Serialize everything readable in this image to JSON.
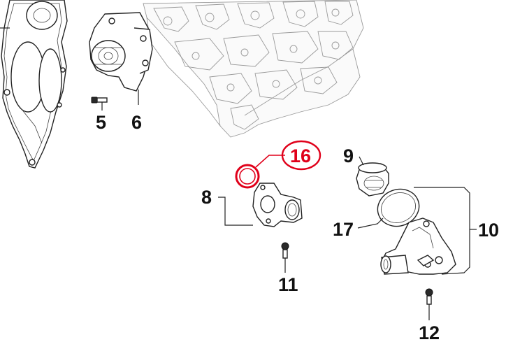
{
  "diagram": {
    "callouts": [
      {
        "id": "5",
        "label": "5"
      },
      {
        "id": "6",
        "label": "6"
      },
      {
        "id": "8",
        "label": "8"
      },
      {
        "id": "9",
        "label": "9"
      },
      {
        "id": "10",
        "label": "10"
      },
      {
        "id": "11",
        "label": "11"
      },
      {
        "id": "12",
        "label": "12"
      },
      {
        "id": "16",
        "label": "16",
        "highlighted": true
      },
      {
        "id": "17",
        "label": "17"
      }
    ],
    "colors": {
      "highlight": "#e0001a",
      "ink": "#111111",
      "ghost": "#9a9a9a"
    }
  }
}
